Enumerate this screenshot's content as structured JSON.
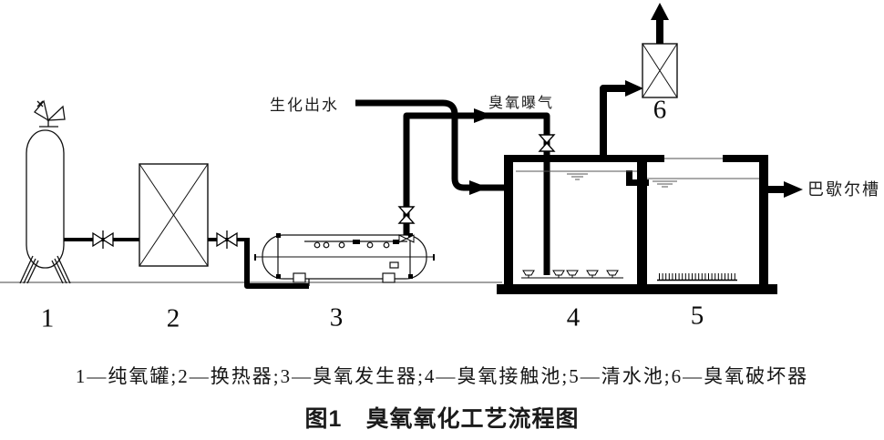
{
  "figure": {
    "labels": {
      "influent": "生化出水",
      "ozone_aeration": "臭氧曝气",
      "outlet": "巴歇尔槽"
    },
    "equipment": [
      {
        "number": "1",
        "name": "纯氧罐"
      },
      {
        "number": "2",
        "name": "换热器"
      },
      {
        "number": "3",
        "name": "臭氧发生器"
      },
      {
        "number": "4",
        "name": "臭氧接触池"
      },
      {
        "number": "5",
        "name": "清水池"
      },
      {
        "number": "6",
        "name": "臭氧破坏器"
      }
    ],
    "legend": "1—纯氧罐;2—换热器;3—臭氧发生器;4—臭氧接触池;5—清水池;6—臭氧破坏器",
    "title": "图1　臭氧氧化工艺流程图",
    "line_color": "#000000",
    "water_line_color": "#555555"
  }
}
